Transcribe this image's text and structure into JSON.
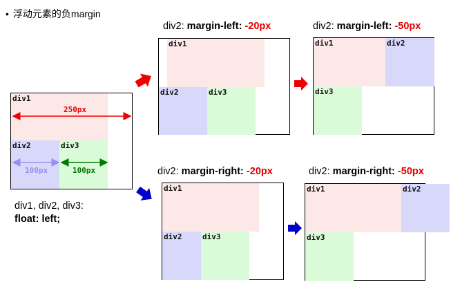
{
  "heading": {
    "bullet": "•",
    "text": "浮动元素的负margin"
  },
  "boxes": {
    "div1": "div1",
    "div2": "div2",
    "div3": "div3"
  },
  "base": {
    "dim_div1": "250px",
    "dim_div2": "100px",
    "dim_div3": "100px",
    "desc_line1": "div1, div2, div3:",
    "desc_line2": "float: left;"
  },
  "cases": {
    "ml20": {
      "prefix": "div2:",
      "prop": "margin-left:",
      "value": "-20px"
    },
    "ml50": {
      "prefix": "div2:",
      "prop": "margin-left:",
      "value": "-50px"
    },
    "mr20": {
      "prefix": "div2:",
      "prop": "margin-right:",
      "value": "-20px"
    },
    "mr50": {
      "prefix": "div2:",
      "prop": "margin-right:",
      "value": "-50px"
    }
  },
  "colors": {
    "div1": "#fde8e8",
    "div2": "#d8d8fb",
    "div3": "#dafbd8",
    "arrow_red": "#ee0000",
    "arrow_blue": "#0000cc",
    "dim_red": "#ee0000",
    "dim_purple": "#9a8ff0",
    "dim_green": "#007a00"
  },
  "icons": [
    "red-arrow-icon",
    "blue-arrow-icon"
  ]
}
